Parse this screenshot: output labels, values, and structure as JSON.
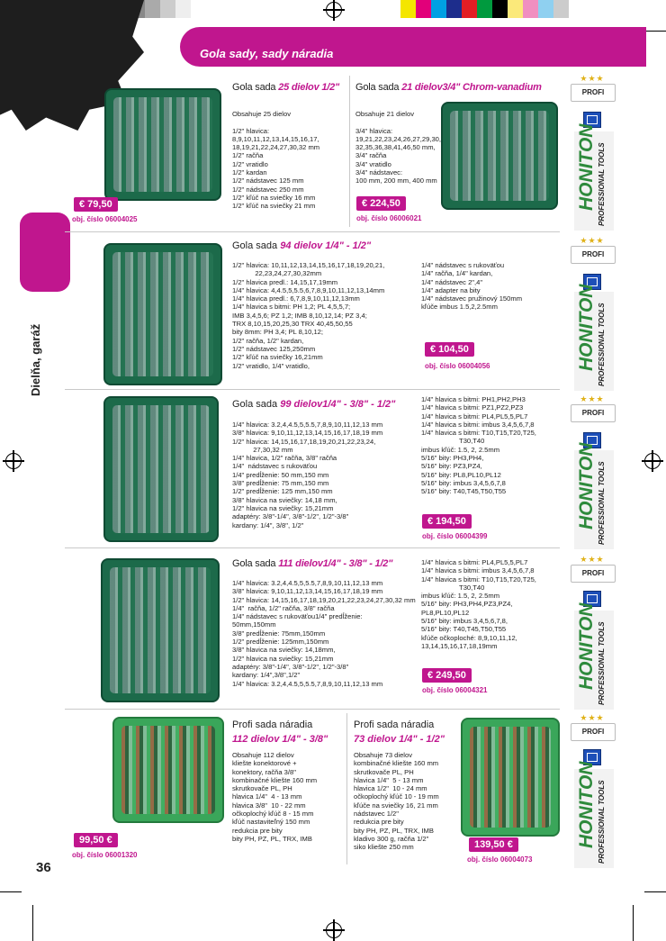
{
  "colors": {
    "accent": "#c0168e",
    "case_green": "#1c6a4a",
    "brand_green": "#2e8a3c"
  },
  "header": {
    "title": "Gola sady, sady náradia"
  },
  "sidebar": {
    "category": "Dielňa, garáž"
  },
  "page_number": "36",
  "brand": {
    "badge": "PROFI",
    "logo_text": "HONITON",
    "tagline": "PROFESSIONAL TOOLS",
    "stars": "★★★",
    "logo_icon": "honiton-square-logo"
  },
  "products": [
    {
      "title_prefix": "Gola sada ",
      "title_em": "25 dielov 1/2\"",
      "body": "Obsahuje 25 dielov\n\n1/2\" hlavica:\n8,9,10,11,12,13,14,15,16,17,\n18,19,21,22,24,27,30,32 mm\n1/2\" račňa\n1/2\" vratidlo\n1/2\" kardan\n1/2\" nádstavec 125 mm\n1/2\" nádstavec 250 mm\n1/2\" kľúč na sviečky 16 mm\n1/2\" kľúč na sviečky 21 mm",
      "price": "€ 79,50",
      "obj": "obj. číslo 06004025"
    },
    {
      "title_prefix": "Gola sada ",
      "title_em": "21 dielov3/4\" Chrom-vanadium",
      "body": "Obsahuje 21 dielov\n\n3/4\" hlavica:\n19,21,22,23,24,26,27,29,30,\n32,35,36,38,41,46,50 mm,\n3/4\" račňa\n3/4\" vratidlo\n3/4\" nádstavec:\n100 mm, 200 mm, 400 mm",
      "price": "€ 224,50",
      "obj": "obj. číslo 06006021"
    },
    {
      "title_prefix": "Gola sada ",
      "title_em": "94 dielov 1/4\" - 1/2\"",
      "body": "1/2\" hlavica: 10,11,12,13,14,15,16,17,18,19,20,21,\n            22,23,24,27,30,32mm\n1/2\" hlavica predl.: 14,15,17,19mm\n1/4\" hlavica: 4,4.5,5,5.5,6,7,8,9,10,11,12,13,14mm\n1/4\" hlavica predl.: 6,7,8,9,10,11,12,13mm\n1/4\" hlavica s bitmi: PH 1,2; PL 4,5,5,7;\nIMB 3,4,5,6; PZ 1,2; IMB 8,10,12,14; PZ 3,4;\nTRX 8,10,15,20,25,30 TRX 40,45,50,55\nbity 8mm: PH 3,4; PL 8,10,12;\n1/2\" račňa, 1/2\" kardan,\n1/2\" nádstavec 125,250mm\n1/2\" kľúč na sviečky 16,21mm\n1/2\" vratidlo, 1/4\" vratidlo,",
      "body2": "1/4\" nádstavec s rukoväťou\n1/4\" račňa, 1/4\" kardan,\n1/4\" nádstavec 2\",4\"\n1/4\" adapter na bity\n1/4\" nádstavec pružinový 150mm\nkľúče imbus 1.5,2,2.5mm",
      "price": "€ 104,50",
      "obj": "obj. číslo 06004056"
    },
    {
      "title_prefix": "Gola sada ",
      "title_em": "99 dielov1/4\" - 3/8\" - 1/2\"",
      "body": "1/4\" hlavica: 3.2,4,4.5,5,5.5,7,8,9,10,11,12,13 mm\n3/8\" hlavica: 9,10,11,12,13,14,15,16,17,18,19 mm\n1/2\" hlavica: 14,15,16,17,18,19,20,21,22,23,24,\n           27,30,32 mm\n1/4\" hlavica, 1/2\" račňa, 3/8\" račňa\n1/4\"  nádstavec s rukoväťou\n1/4\" predĺženie: 50 mm,150 mm\n3/8\" predĺženie: 75 mm,150 mm\n1/2\" predĺženie: 125 mm,150 mm\n3/8\" hlavica na sviečky: 14,18 mm,\n1/2\" hlavica na sviečky: 15,21mm\nadaptéry: 3/8\"-1/4\", 3/8\"-1/2\", 1/2\"-3/8\"\nkardany: 1/4\", 3/8\", 1/2\"",
      "body2": "1/4\" hlavica s bitmi: PH1,PH2,PH3\n1/4\" hlavica s bitmi: PZ1,PZ2,PZ3\n1/4\" hlavica s bitmi: PL4,PL5,5,PL7\n1/4\" hlavica s bitmi: imbus 3,4,5,6,7,8\n1/4\" hlavica s bitmi: T10,T15,T20,T25,\n                    T30,T40\nimbus kľúč: 1.5, 2, 2.5mm\n5/16\" bity: PH3,PH4,\n5/16\" bity: PZ3,PZ4,\n5/16\" bity: PL8,PL10,PL12\n5/16\" bity: imbus 3,4,5,6,7,8\n5/16\" bity: T40,T45,T50,T55",
      "price": "€ 194,50",
      "obj": "obj. číslo 06004399"
    },
    {
      "title_prefix": "Gola sada ",
      "title_em": "111 dielov1/4\" - 3/8\" - 1/2\"",
      "body": "1/4\" hlavica: 3.2,4,4.5,5,5.5,7,8,9,10,11,12,13 mm\n3/8\" hlavica: 9,10,11,12,13,14,15,16,17,18,19 mm\n1/2\" hlavica: 14,15,16,17,18,19,20,21,22,23,24,27,30,32 mm\n1/4\"  račňa, 1/2\" račňa, 3/8\" račňa\n1/4\" nádstavec s rukoväťou1/4\" predĺženie:\n50mm,150mm\n3/8\" predĺženie: 75mm,150mm\n1/2\" predĺženie: 125mm,150mm\n3/8\" hlavica na sviečky: 14,18mm,\n1/2\" hlavica na sviečky: 15,21mm\nadaptéry: 3/8\"-1/4\", 3/8\"-1/2\", 1/2\"-3/8\"\nkardany: 1/4\",3/8\",1/2\"\n1/4\" hlavica: 3.2,4,4.5,5,5.5,7,8,9,10,11,12,13 mm",
      "body2": "1/4\" hlavica s bitmi: PL4,PL5,5,PL7\n1/4\" hlavica s bitmi: imbus 3,4,5,6,7,8\n1/4\" hlavica s bitmi: T10,T15,T20,T25,\n                    T30,T40\nimbus kľúč: 1.5, 2, 2.5mm\n5/16\" bity: PH3,PH4,PZ3,PZ4,\nPL8,PL10,PL12\n5/16\" bity: imbus 3,4,5,6,7,8,\n5/16\" bity: T40,T45,T50,T55\nkľúče očkoploché: 8,9,10,11,12,\n13,14,15,16,17,18,19mm",
      "price": "€ 249,50",
      "obj": "obj. číslo 06004321"
    },
    {
      "title_line1": "Profi sada náradia",
      "title_em": "112 dielov 1/4\" - 3/8\"",
      "body": "Obsahuje 112 dielov\nkliešte konektorové +\nkonektory, račňa 3/8\"\nkombinačné kliešte 160 mm\nskrutkovače PL, PH\nhlavica 1/4\"  4 - 13 mm\nhlavica 3/8\"  10 - 22 mm\nočkoplochý kľúč 8 - 15 mm\nkľúč nastaviteľný 150 mm\nredukcia pre bity\nbity PH, PZ, PL, TRX, IMB",
      "price": "99,50 €",
      "obj": "obj. číslo 06001320"
    },
    {
      "title_line1": "Profi sada náradia",
      "title_em": "73 dielov 1/4\" - 1/2\"",
      "body": "Obsahuje 73 dielov\nkombinačné kliešte 160 mm\nskrutkovače PL, PH\nhlavica 1/4\"  5 - 13 mm\nhlavica 1/2\"  10 - 24 mm\nočkoplochý kľúč 10 - 19 mm\nkľúče na sviečky 16, 21 mm\nnádstavec 1/2\"\nredukcia pre bity\nbity PH, PZ, PL, TRX, IMB\nkladivo 300 g, račňa 1/2\"\nsiko kliešte 250 mm",
      "price": "139,50 €",
      "obj": "obj. číslo 06004073"
    }
  ]
}
